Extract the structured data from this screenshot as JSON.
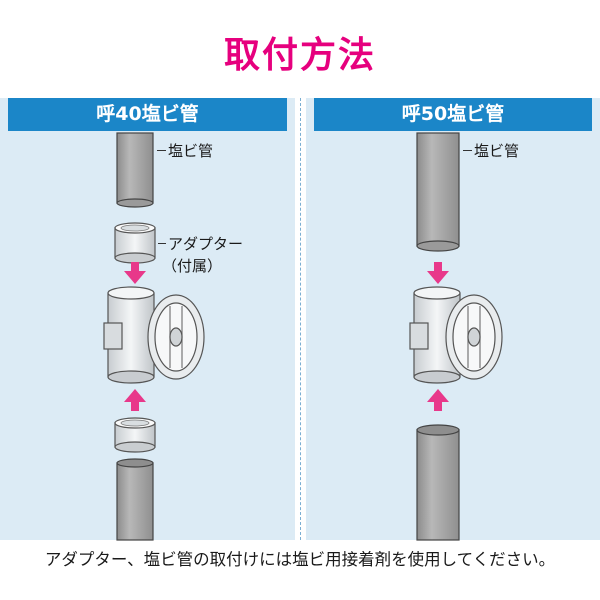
{
  "title": "取付方法",
  "panels": {
    "left": {
      "header": "呼40塩ビ管",
      "pipe_label": "塩ビ管",
      "adapter_label": "アダプター",
      "adapter_note": "（付属）"
    },
    "right": {
      "header": "呼50塩ビ管",
      "pipe_label": "塩ビ管"
    }
  },
  "footer_note": "アダプター、塩ビ管の取付けには塩ビ用接着剤を使用してください。",
  "colors": {
    "title": "#e6007e",
    "header_bg": "#1b86c8",
    "panel_bg": "#dcebf5",
    "arrow": "#e8388a",
    "pipe": "#a6a6a6"
  }
}
